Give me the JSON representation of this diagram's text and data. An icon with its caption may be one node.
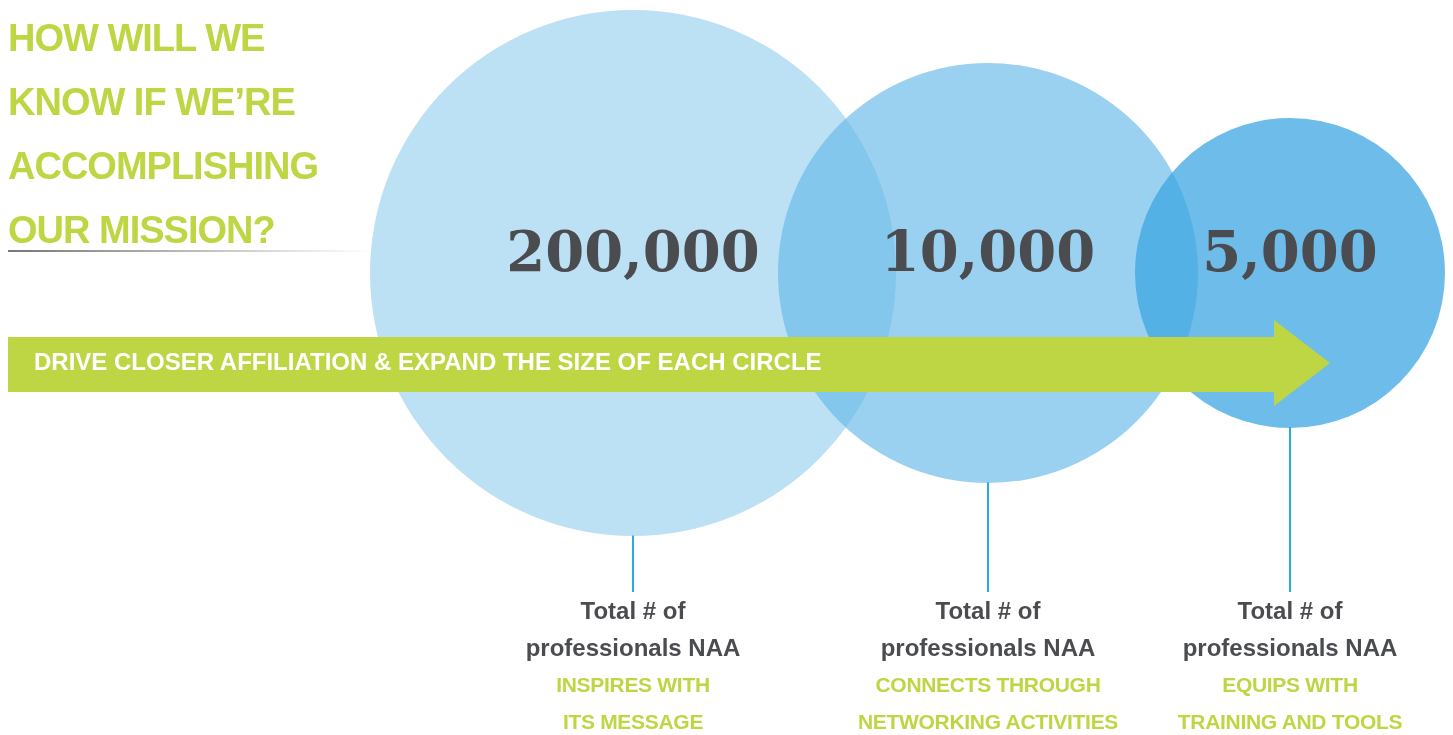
{
  "diagram": {
    "title": "HOW WILL WE KNOW IF WE’RE ACCOMPLISHING OUR MISSION?",
    "nodes": [
      {
        "text": [
          "200,000"
        ]
      },
      {
        "text": [
          "10,000"
        ]
      },
      {
        "text": [
          "5,000"
        ]
      },
      {
        "text": [
          "DRIVE CLOSER AFFILIATION & EXPAND THE SIZE OF EACH CIRCLE"
        ]
      },
      {
        "text": [
          "Total # of professionals NAA",
          "INSPIRES WITH ITS MESSAGE"
        ]
      },
      {
        "text": [
          "Total # of professionals NAA",
          "CONNECTS THROUGH NETWORKING ACTIVITIES"
        ]
      },
      {
        "text": [
          "Total # of professionals NAA",
          "EQUIPS WITH TRAINING AND TOOLS"
        ]
      }
    ],
    "edges": [
      {
        "from": 4,
        "to": 0,
        "arrow": "none"
      },
      {
        "from": 5,
        "to": 1,
        "arrow": "none"
      },
      {
        "from": 6,
        "to": 2,
        "arrow": "none"
      }
    ]
  }
}
